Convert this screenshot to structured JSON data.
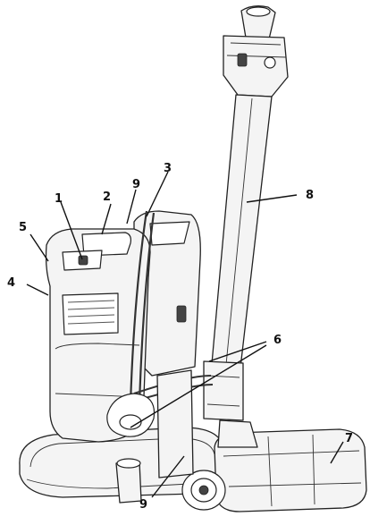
{
  "callouts": [
    {
      "id": "c1",
      "label": "1"
    },
    {
      "id": "c2",
      "label": "2"
    },
    {
      "id": "c3",
      "label": "3"
    },
    {
      "id": "c4",
      "label": "4"
    },
    {
      "id": "c5",
      "label": "5"
    },
    {
      "id": "c6",
      "label": "6"
    },
    {
      "id": "c7",
      "label": "7"
    },
    {
      "id": "c8",
      "label": "8"
    },
    {
      "id": "c9a",
      "label": "9"
    },
    {
      "id": "c9b",
      "label": "9"
    }
  ]
}
